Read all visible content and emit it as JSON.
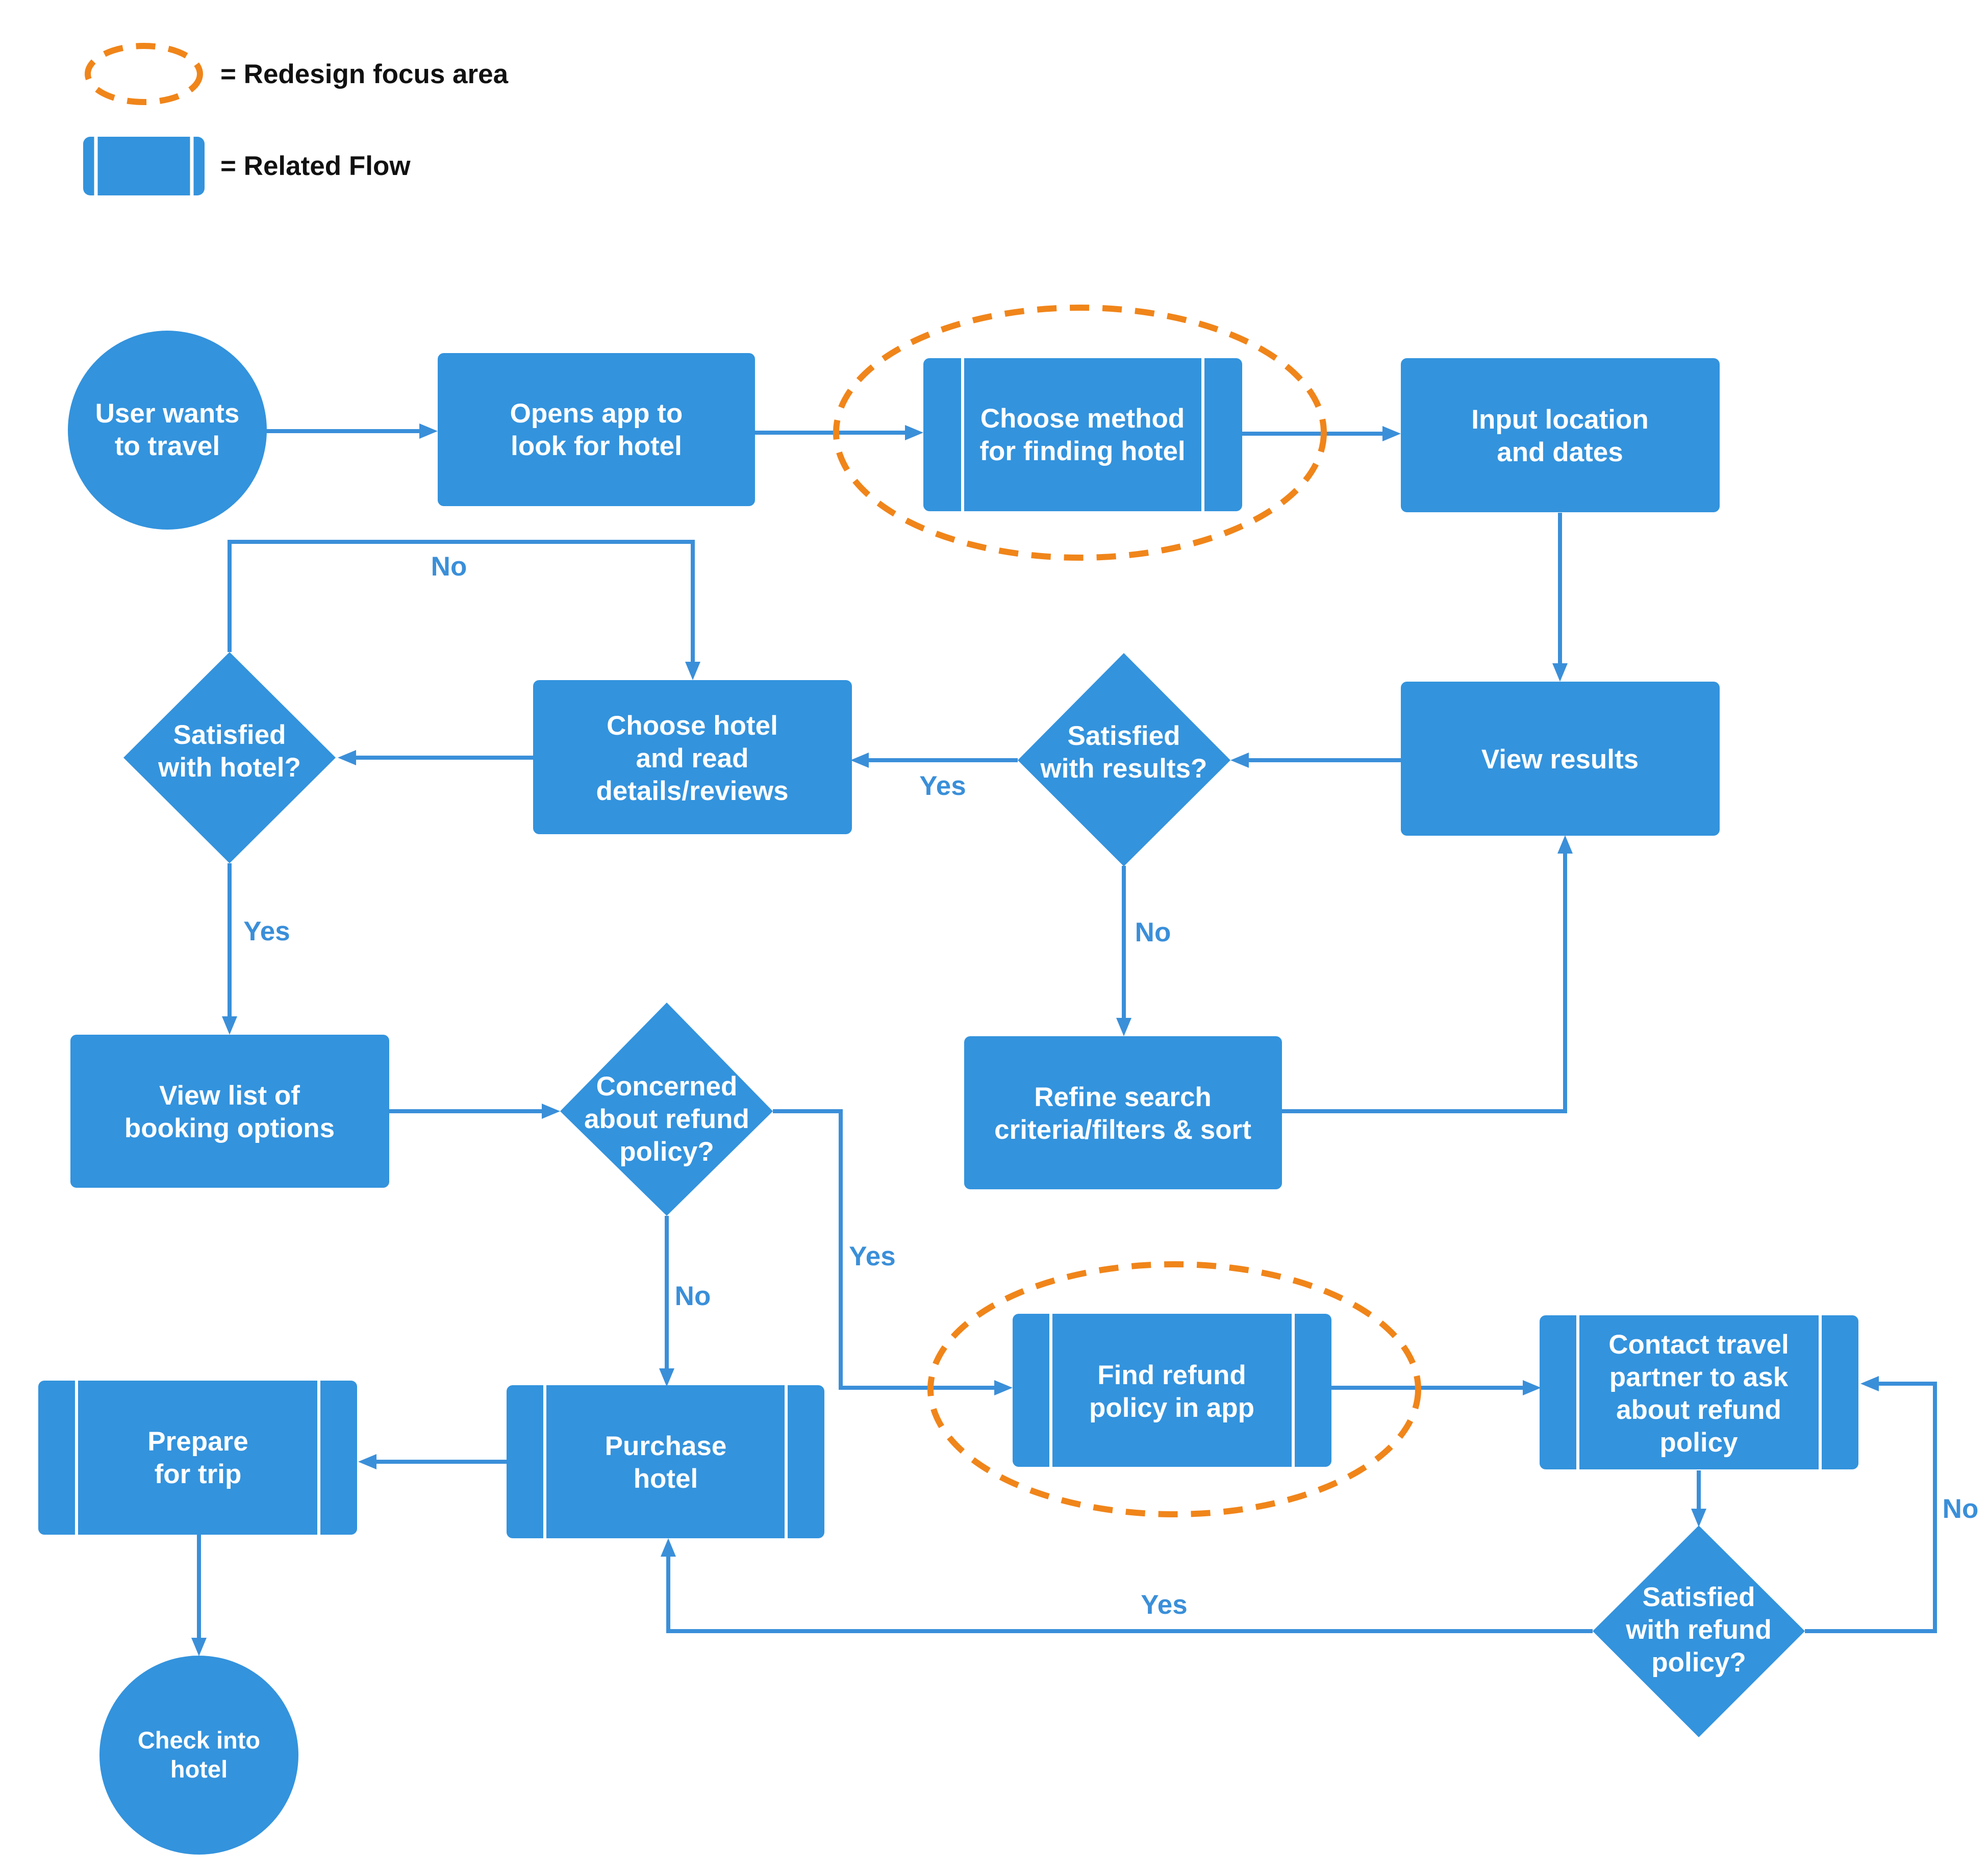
{
  "legend": {
    "focus_label": "= Redesign focus area",
    "related_label": "= Related Flow"
  },
  "colors": {
    "node": "#3393dd",
    "edge": "#3a8fd9",
    "focus": "#f0851a",
    "background": "#ffffff"
  },
  "nodes": {
    "start": [
      "User wants",
      "to travel"
    ],
    "open_app": [
      "Opens app to",
      "look for hotel"
    ],
    "choose_method": [
      "Choose method",
      "for finding hotel"
    ],
    "input_location": [
      "Input location",
      "and dates"
    ],
    "view_results": [
      "View results"
    ],
    "satisfied_results": [
      "Satisfied",
      "with results?"
    ],
    "choose_hotel": [
      "Choose hotel",
      "and read",
      "details/reviews"
    ],
    "satisfied_hotel": [
      "Satisfied",
      "with hotel?"
    ],
    "refine_search": [
      "Refine search",
      "criteria/filters & sort"
    ],
    "view_booking": [
      "View list of",
      "booking options"
    ],
    "concerned_refund": [
      "Concerned",
      "about refund",
      "policy?"
    ],
    "find_refund": [
      "Find refund",
      "policy in app"
    ],
    "contact_partner": [
      "Contact travel",
      "partner to ask",
      "about refund",
      "policy"
    ],
    "satisfied_refund": [
      "Satisfied",
      "with refund",
      "policy?"
    ],
    "purchase": [
      "Purchase",
      "hotel"
    ],
    "prepare": [
      "Prepare",
      "for trip"
    ],
    "check_in": [
      "Check into",
      "hotel"
    ]
  },
  "edge_labels": {
    "hotel_no": "No",
    "results_yes": "Yes",
    "hotel_yes": "Yes",
    "results_no": "No",
    "refund_concern_yes": "Yes",
    "refund_concern_no": "No",
    "refund_satisfied_no": "No",
    "refund_satisfied_yes": "Yes"
  }
}
